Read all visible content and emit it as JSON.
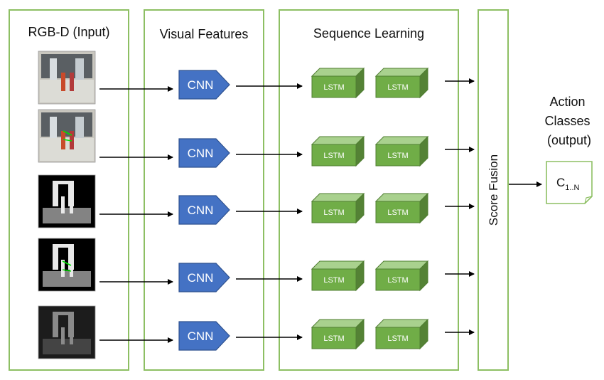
{
  "columns": {
    "input_title": "RGB-D (Input)",
    "features_title": "Visual Features",
    "sequence_title": "Sequence Learning",
    "fusion_label": "Score Fusion"
  },
  "cnn_label": "CNN",
  "lstm_label": "LSTM",
  "output": {
    "heading_lines": [
      "Action",
      "Classes",
      "(output)"
    ],
    "class_symbol": "C",
    "class_subscript": "1..N"
  },
  "streams": [
    {
      "modality": "rgb"
    },
    {
      "modality": "rgb-skeleton"
    },
    {
      "modality": "depth"
    },
    {
      "modality": "depth-skeleton"
    },
    {
      "modality": "grayscale"
    }
  ],
  "colors": {
    "panel_border": "#8dbf63",
    "cnn_fill": "#4472c4",
    "lstm_fill": "#70ad47",
    "arrow": "#000000"
  }
}
